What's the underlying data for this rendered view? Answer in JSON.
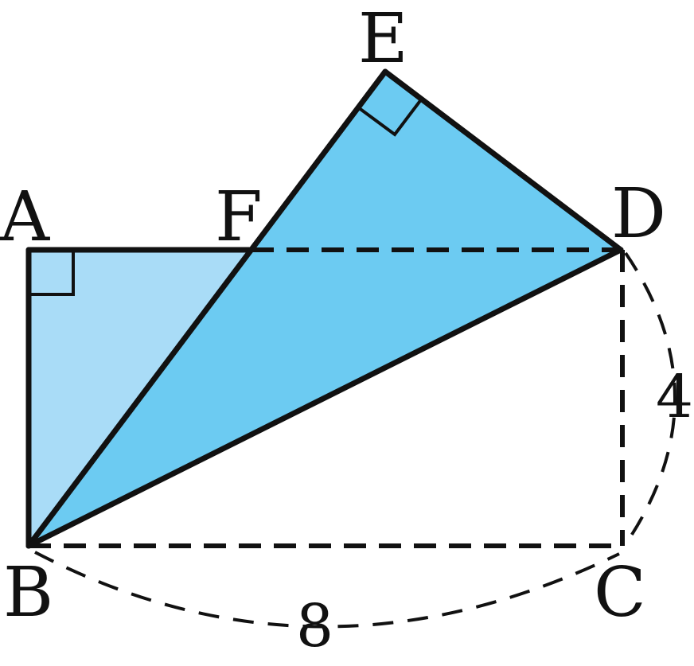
{
  "colors": {
    "stroke": "#111111",
    "fill_light": "#a9dcf7",
    "fill_dark": "#6ccbf2"
  },
  "labels": {
    "A": "A",
    "B": "B",
    "C": "C",
    "D": "D",
    "E": "E",
    "F": "F",
    "side_bc": "8",
    "side_cd": "4"
  }
}
